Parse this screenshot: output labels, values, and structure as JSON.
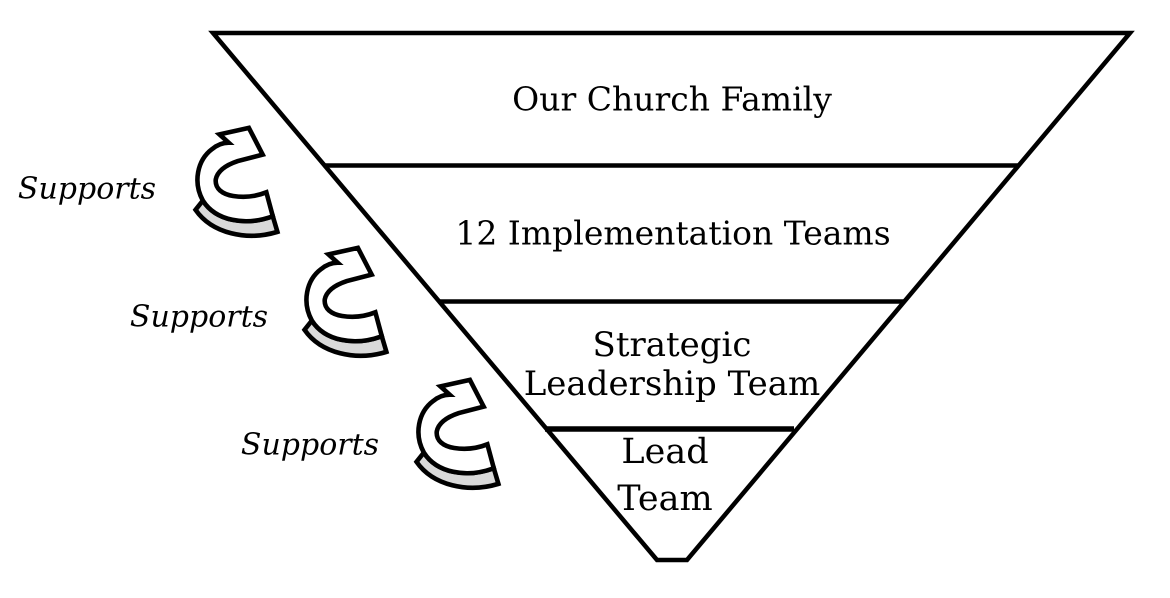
{
  "diagram": {
    "kind": "inverted-pyramid",
    "pyramid": {
      "levels": [
        {
          "lines": [
            "Our Church Family"
          ]
        },
        {
          "lines": [
            "12 Implementation Teams"
          ]
        },
        {
          "lines": [
            "Strategic",
            "Leadership Team"
          ]
        },
        {
          "lines": [
            "Lead",
            "Team"
          ]
        }
      ]
    },
    "annotations": {
      "supports": [
        {
          "label": "Supports",
          "icon": "curved-arrow-icon"
        },
        {
          "label": "Supports",
          "icon": "curved-arrow-icon"
        },
        {
          "label": "Supports",
          "icon": "curved-arrow-icon"
        }
      ]
    },
    "colors": {
      "line": "#000000",
      "text": "#000000",
      "arrow_face": "#ffffff",
      "arrow_side": "#d9d9d9",
      "background": "#ffffff"
    }
  }
}
